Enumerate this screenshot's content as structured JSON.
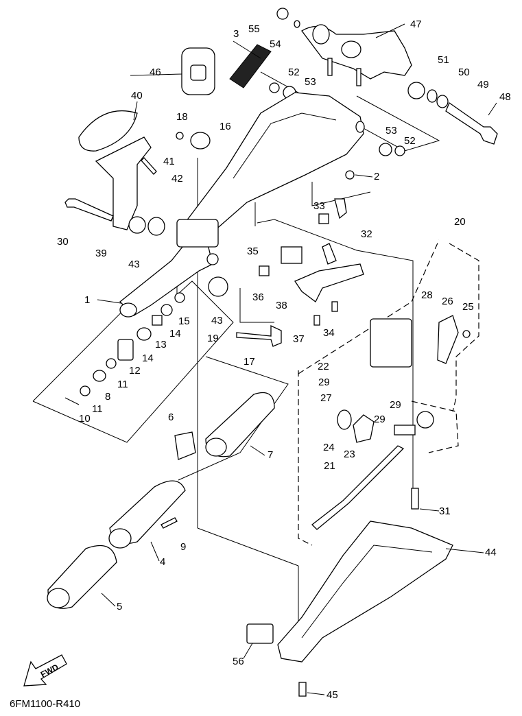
{
  "diagram": {
    "code": "6FM1100-R410",
    "direction_label": "FWD",
    "part_numbers": [
      "1",
      "2",
      "3",
      "4",
      "5",
      "6",
      "7",
      "8",
      "9",
      "10",
      "11",
      "11",
      "12",
      "13",
      "14",
      "14",
      "15",
      "16",
      "17",
      "18",
      "19",
      "20",
      "21",
      "22",
      "23",
      "24",
      "25",
      "26",
      "27",
      "28",
      "29",
      "29",
      "29",
      "30",
      "31",
      "32",
      "33",
      "34",
      "35",
      "36",
      "37",
      "38",
      "39",
      "40",
      "41",
      "42",
      "43",
      "43",
      "44",
      "45",
      "46",
      "47",
      "48",
      "49",
      "50",
      "51",
      "52",
      "52",
      "53",
      "53",
      "54",
      "55",
      "56"
    ]
  }
}
